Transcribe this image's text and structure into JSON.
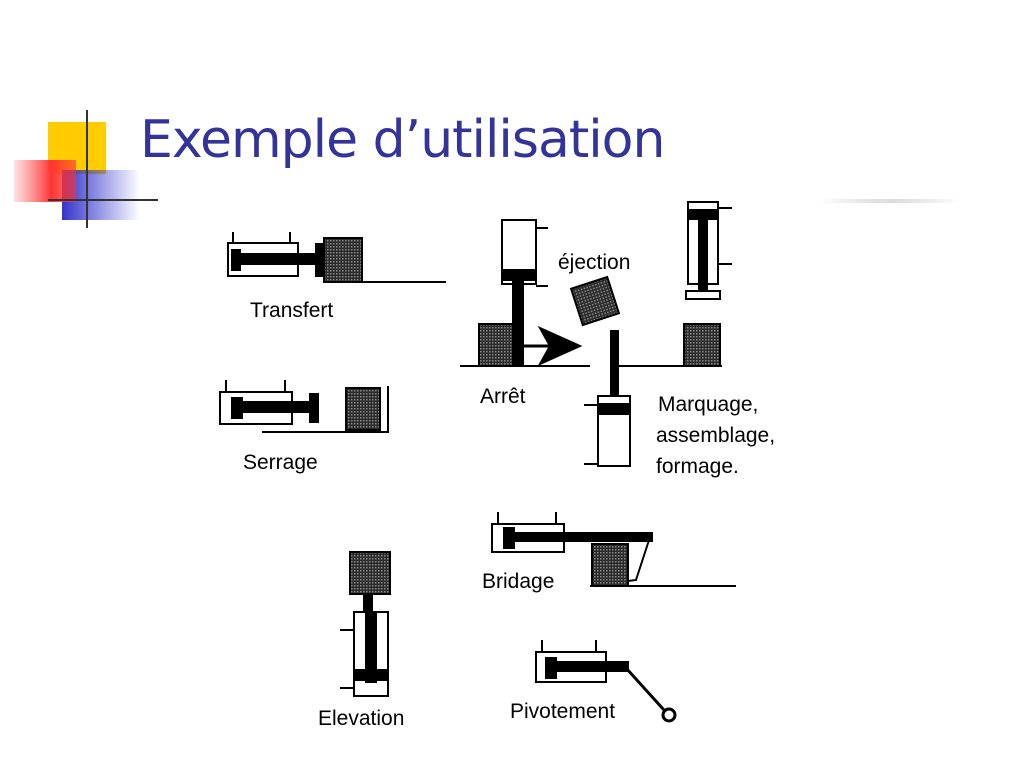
{
  "slide": {
    "title": "Exemple d’utilisation"
  },
  "diagram": {
    "labels": {
      "transfert": "Transfert",
      "serrage": "Serrage",
      "ejection": "éjection",
      "arret": "Arrêt",
      "marquage_line1": "Marquage,",
      "marquage_line2": "assemblage,",
      "marquage_line3": "formage.",
      "bridage": "Bridage",
      "elevation": "Elevation",
      "pivotement": "Pivotement"
    }
  },
  "colors": {
    "title": "#333399",
    "logo_yellow": "#ffcc00",
    "logo_blue": "#3333cc",
    "logo_red": "#ff3333",
    "workpiece_fill": "#3a3a3a"
  }
}
